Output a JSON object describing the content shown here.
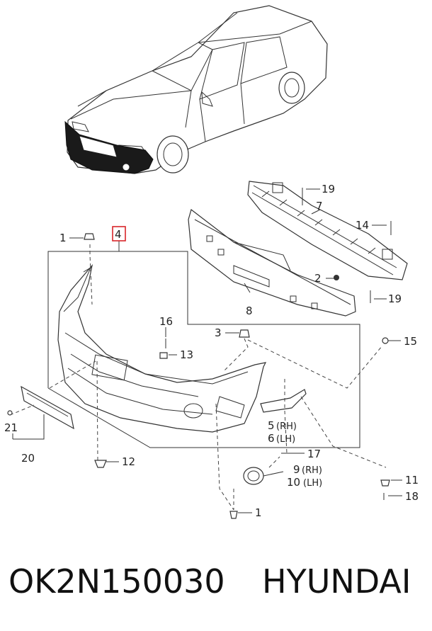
{
  "callouts": {
    "c1_top": "1",
    "c4": "4",
    "c19_top": "19",
    "c7": "7",
    "c14": "14",
    "c2": "2",
    "c19_bottom": "19",
    "c8": "8",
    "c16": "16",
    "c3": "3",
    "c13": "13",
    "c15": "15",
    "c21": "21",
    "c20": "20",
    "c5": "5",
    "c5_side": "(RH)",
    "c6": "6",
    "c6_side": "(LH)",
    "c12": "12",
    "c17": "17",
    "c9": "9",
    "c9_side": "(RH)",
    "c10": "10",
    "c10_side": "(LH)",
    "c11": "11",
    "c18": "18",
    "c1_bottom": "1"
  },
  "highlight_color": "#d9262a",
  "caption": {
    "part_number": "OK2N150030",
    "brand": "HYUNDAI"
  }
}
